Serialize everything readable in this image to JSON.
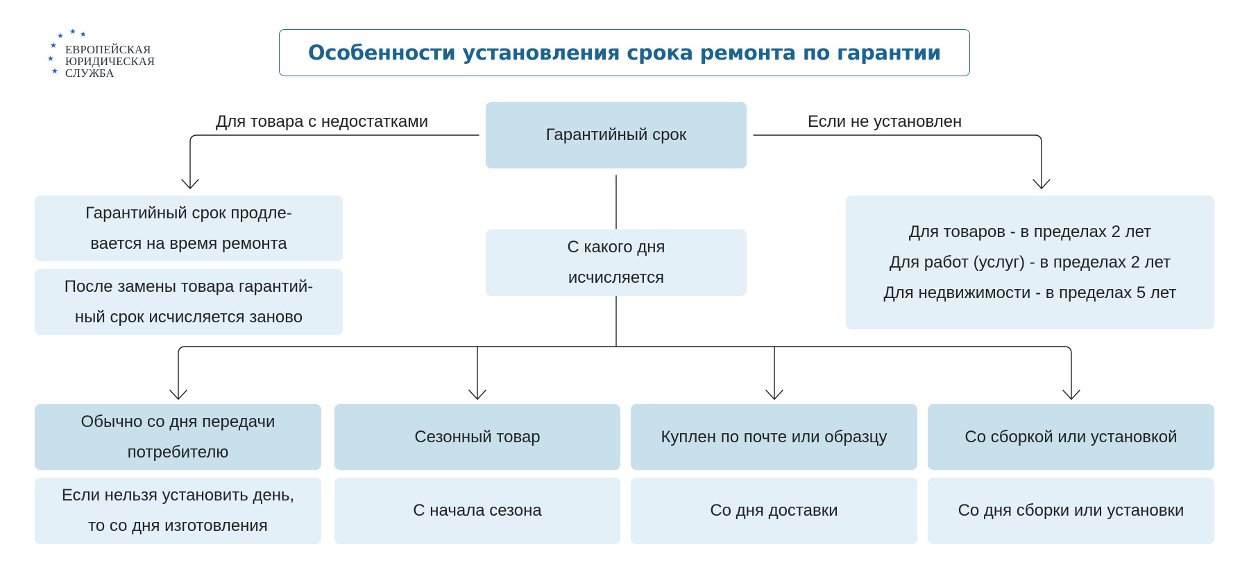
{
  "logo": {
    "lines": [
      "ЕВРОПЕЙСКАЯ",
      "ЮРИДИЧЕСКАЯ",
      "СЛУЖБА"
    ],
    "star_color": "#1c5fd1"
  },
  "title": "Особенности установления срока ремонта по гарантии",
  "root": {
    "label": "Гарантийный срок"
  },
  "left_branch": {
    "label": "Для товара с недостатками",
    "items": [
      [
        "Гарантийный срок продле-",
        "вается на время ремонта"
      ],
      [
        "После замены товара гарантий-",
        "ный срок исчисляется заново"
      ]
    ]
  },
  "right_branch": {
    "label": "Если не установлен",
    "lines": [
      "Для товаров - в пределах 2 лет",
      "Для работ (услуг) - в пределах 2 лет",
      "Для недвижимости - в пределах 5 лет"
    ]
  },
  "middle": {
    "lines": [
      "С какого дня",
      "исчисляется"
    ]
  },
  "cases": [
    {
      "header": [
        "Обычно со дня передачи",
        "потребителю"
      ],
      "detail": [
        "Если нельзя установить день,",
        "то со дня изготовления"
      ]
    },
    {
      "header": [
        "Сезонный товар"
      ],
      "detail": [
        "С начала сезона"
      ]
    },
    {
      "header": [
        "Куплен по почте или образцу"
      ],
      "detail": [
        "Со дня доставки"
      ]
    },
    {
      "header": [
        "Со сборкой или установкой"
      ],
      "detail": [
        "Со дня сборки или установки"
      ]
    }
  ],
  "colors": {
    "title": "#1a6494",
    "box_dark": "#c7e0ec",
    "box_light": "#e3f0f7",
    "line": "#222222"
  }
}
